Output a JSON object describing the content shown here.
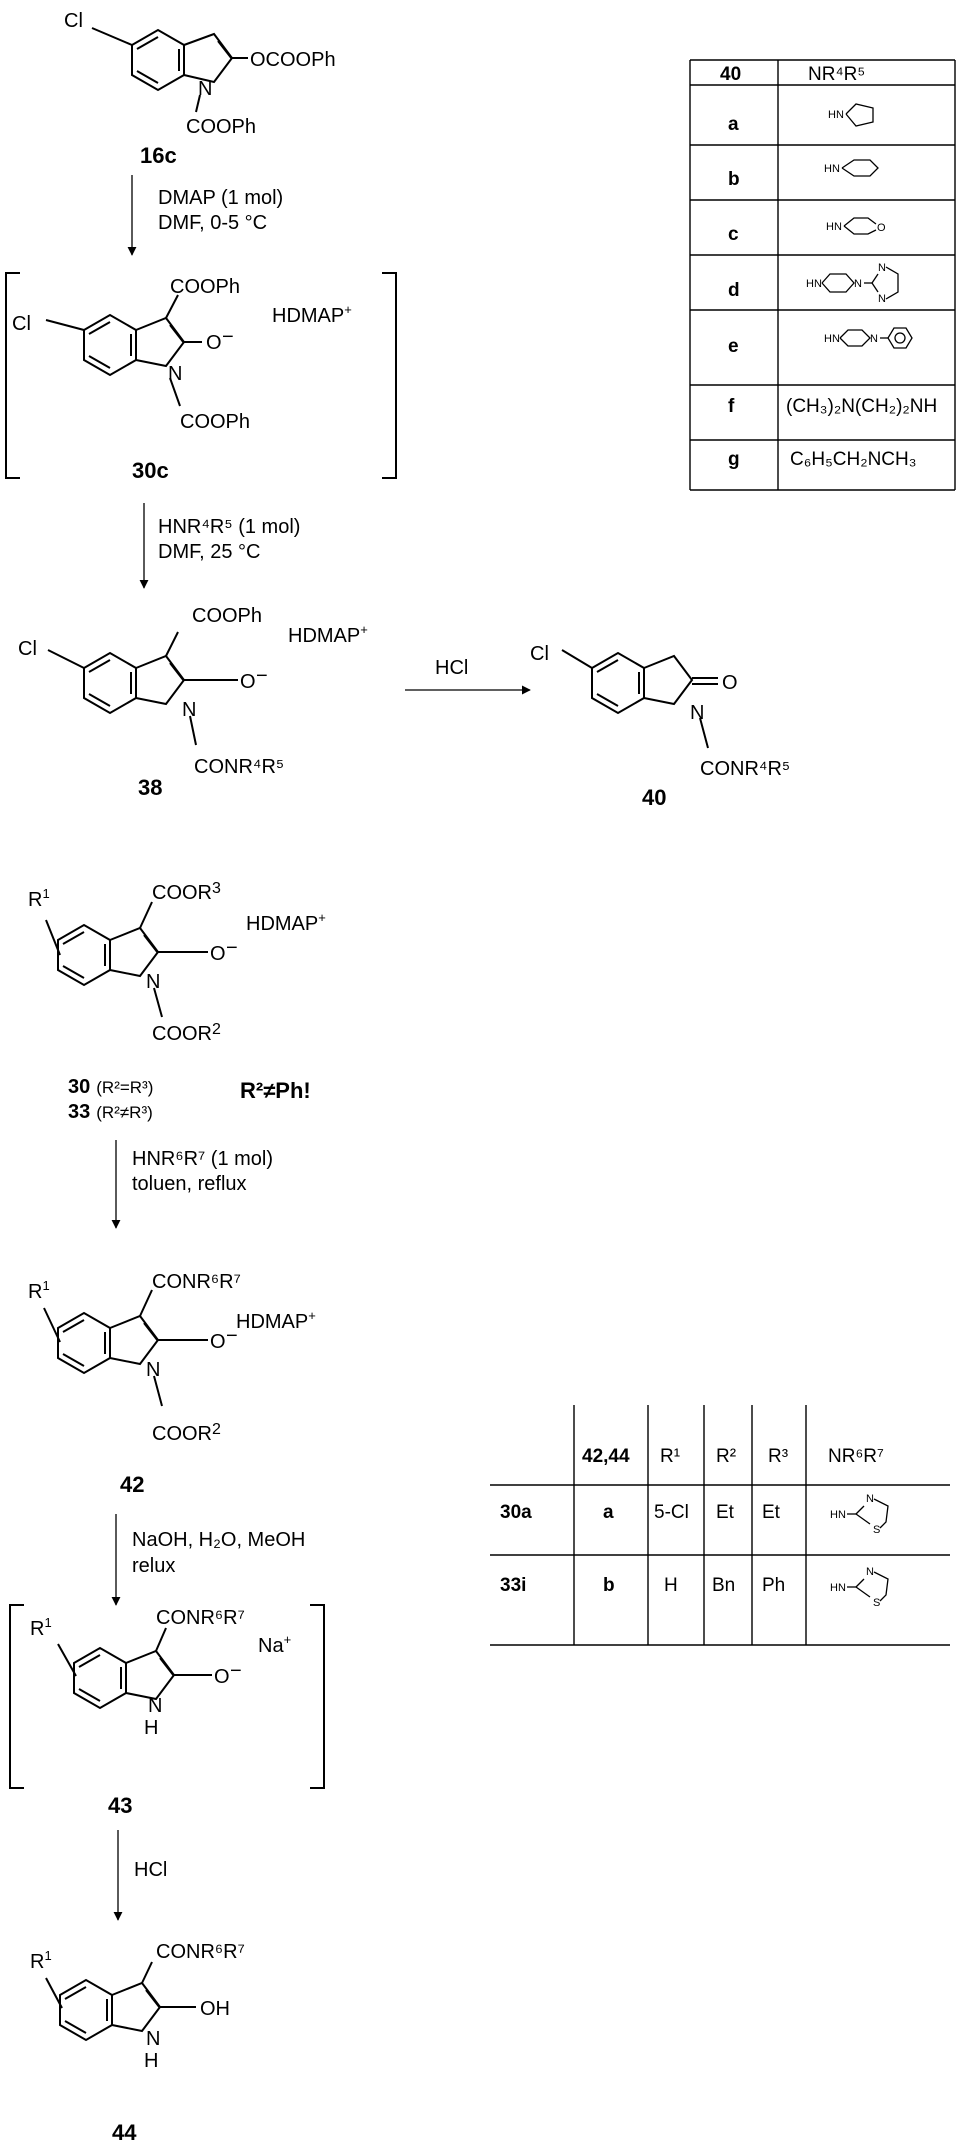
{
  "scheme": {
    "compounds": {
      "c16c": {
        "id": "16c",
        "cl": "Cl",
        "ester": "OCOOPh",
        "n": "N",
        "nsub": "COOPh"
      },
      "c30c": {
        "id": "30c",
        "cl": "Cl",
        "c3": "COOPh",
        "o": "O",
        "n": "N",
        "nsub": "COOPh",
        "counterion": "HDMAP",
        "charge": "+",
        "minus": "−"
      },
      "c38": {
        "id": "38",
        "cl": "Cl",
        "c3": "COOPh",
        "o": "O",
        "n": "N",
        "nsub": "CONR⁴R⁵",
        "counterion": "HDMAP",
        "charge": "+",
        "minus": "−"
      },
      "c40": {
        "id": "40",
        "cl": "Cl",
        "o": "O",
        "n": "N",
        "nsub": "CONR⁴R⁵"
      },
      "c30_33": {
        "r1": "R",
        "r1sup": "1",
        "c3": "COOR",
        "c3sup": "3",
        "o": "O",
        "n": "N",
        "nsub": "COOR",
        "nsubsup": "2",
        "counterion": "HDMAP",
        "charge": "+",
        "minus": "−",
        "id_a": "30",
        "id_a_note": "(R²=R³)",
        "id_b": "33",
        "id_b_note": "(R²≠R³)",
        "warning": "R²≠Ph!"
      },
      "c42": {
        "id": "42",
        "r1": "R",
        "r1sup": "1",
        "c3": "CONR⁶R⁷",
        "o": "O",
        "n": "N",
        "nsub": "COOR",
        "nsubsup": "2",
        "counterion": "HDMAP",
        "charge": "+",
        "minus": "−"
      },
      "c43": {
        "id": "43",
        "r1": "R",
        "r1sup": "1",
        "c3": "CONR⁶R⁷",
        "o": "O",
        "nh_n": "N",
        "nh_h": "H",
        "counterion": "Na",
        "charge": "+",
        "minus": "−"
      },
      "c44": {
        "id": "44",
        "r1": "R",
        "r1sup": "1",
        "c3": "CONR⁶R⁷",
        "oh": "OH",
        "nh_n": "N",
        "nh_h": "H"
      }
    },
    "conditions": {
      "step1": [
        "DMAP (1 mol)",
        "DMF, 0-5 °C"
      ],
      "step2": [
        "HNR⁴R⁵ (1 mol)",
        "DMF, 25 °C"
      ],
      "step3": [
        "HCl"
      ],
      "step4": [
        "HNR⁶R⁷ (1 mol)",
        "toluen, reflux"
      ],
      "step5": [
        "NaOH, H₂O, MeOH",
        "relux"
      ],
      "step6": [
        "HCl"
      ]
    }
  },
  "table1": {
    "header": [
      "40",
      "NR⁴R⁵"
    ],
    "rows": [
      {
        "id": "a",
        "amine": "pyrrolidine-icon",
        "hn": "HN"
      },
      {
        "id": "b",
        "amine": "piperidine-icon",
        "hn": "HN"
      },
      {
        "id": "c",
        "amine": "morpholine-icon",
        "hn": "HN",
        "hetero": "O"
      },
      {
        "id": "d",
        "amine": "pyrimidinylpiperazine-icon",
        "hn": "HN",
        "n1": "N",
        "n2": "N",
        "n3": "N"
      },
      {
        "id": "e",
        "amine": "phenylpiperazine-icon",
        "hn": "HN",
        "n1": "N"
      },
      {
        "id": "f",
        "text": "(CH₃)₂N(CH₂)₂NH"
      },
      {
        "id": "g",
        "text": "C₆H₅CH₂NCH₃"
      }
    ]
  },
  "table2": {
    "header": [
      "",
      "42,44",
      "R¹",
      "R²",
      "R³",
      "NR⁶R⁷"
    ],
    "rows": [
      {
        "cells": [
          "30a",
          "a",
          "5-Cl",
          "Et",
          "Et"
        ],
        "amine": "aminothiazole-icon",
        "hn": "HN",
        "n": "N",
        "s": "S"
      },
      {
        "cells": [
          "33i",
          "b",
          "H",
          "Bn",
          "Ph"
        ],
        "amine": "aminothiazole-icon",
        "hn": "HN",
        "n": "N",
        "s": "S"
      }
    ]
  }
}
